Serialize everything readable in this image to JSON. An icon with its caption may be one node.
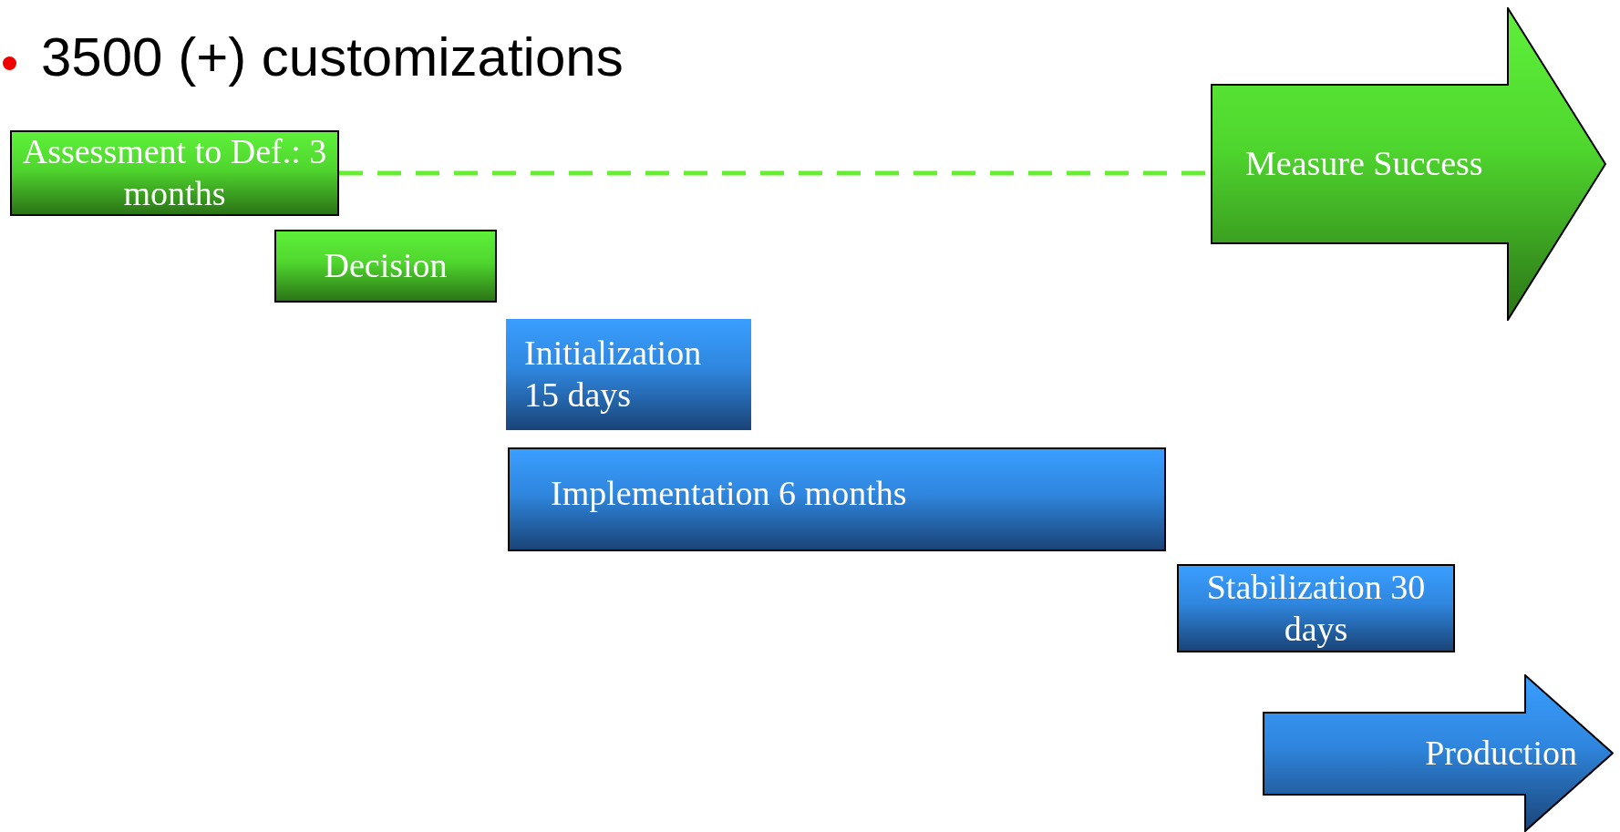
{
  "diagram": {
    "nodes": [
      {
        "text": [
          "Assessment to Def.: 3 months"
        ]
      },
      {
        "text": [
          "Measure Success"
        ]
      },
      {
        "text": [
          "Decision"
        ]
      },
      {
        "text": [
          "Initialization 15 days"
        ]
      },
      {
        "text": [
          "Implementation 6 months"
        ]
      },
      {
        "text": [
          "Stabilization 30 days"
        ]
      },
      {
        "text": [
          "Production"
        ]
      }
    ],
    "edges": [
      {
        "from": 0,
        "to": 1,
        "arrow": "none",
        "style": "dashed",
        "color": "#66ee33"
      }
    ],
    "labels": [
      "3500 (+) customizations"
    ]
  }
}
